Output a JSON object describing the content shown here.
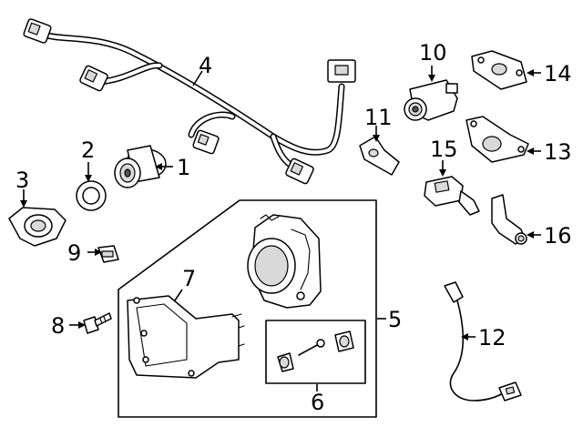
{
  "diagram": {
    "callouts": [
      "1",
      "2",
      "3",
      "4",
      "5",
      "6",
      "7",
      "8",
      "9",
      "10",
      "11",
      "12",
      "13",
      "14",
      "15",
      "16"
    ],
    "parts": {
      "p1": "sensor-assembly-icon",
      "p2": "sensor-ring-icon",
      "p3": "sensor-bracket-icon",
      "p4": "wiring-harness-icon",
      "p5": "radar-module-kit-box",
      "p6": "hardware-kit-box",
      "p7": "mounting-bracket-icon",
      "p8": "bolt-icon",
      "p9": "clip-icon",
      "p10": "camera-icon",
      "p11": "camera-bracket-icon",
      "p12": "camera-cable-icon",
      "p13": "camera-mount-icon",
      "p14": "camera-cover-icon",
      "p15": "connector-icon",
      "p16": "harness-bracket-icon"
    }
  }
}
